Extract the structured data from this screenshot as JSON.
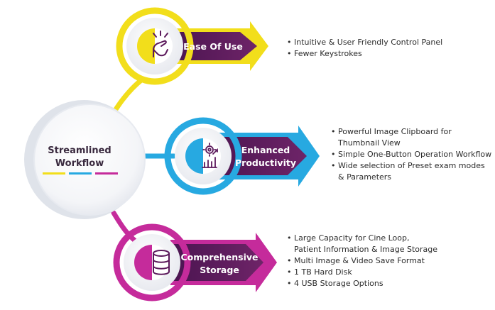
{
  "center": {
    "title_line1": "Streamlined",
    "title_line2": "Workflow",
    "underline_colors": [
      "#f2de1b",
      "#27a9e1",
      "#c52b9b"
    ]
  },
  "colors": {
    "yellow": "#f2de1b",
    "blue": "#27a9e1",
    "magenta": "#c52b9b",
    "purple": "#5c1a5c",
    "gray_ring": "#dfe3ea"
  },
  "features": [
    {
      "id": "ease",
      "title_lines": [
        "Ease Of Use"
      ],
      "icon": "hand-gesture-icon",
      "accent": "#f2de1b",
      "bullets": [
        "Intuitive & User Friendly Control Panel",
        "Fewer Keystrokes"
      ]
    },
    {
      "id": "productivity",
      "title_lines": [
        "Enhanced",
        "Productivity"
      ],
      "icon": "gear-chart-icon",
      "accent": "#27a9e1",
      "bullets": [
        "Powerful Image Clipboard for",
        "Thumbnail View",
        "Simple One-Button Operation Workflow",
        "Wide selection of Preset exam modes",
        "& Parameters"
      ]
    },
    {
      "id": "storage",
      "title_lines": [
        "Comprehensive",
        "Storage"
      ],
      "icon": "database-icon",
      "accent": "#c52b9b",
      "bullets": [
        "Large Capacity for Cine Loop,",
        "Patient Information & Image Storage",
        "Multi Image & Video Save Format",
        "1 TB Hard Disk",
        "4 USB Storage Options"
      ]
    }
  ]
}
